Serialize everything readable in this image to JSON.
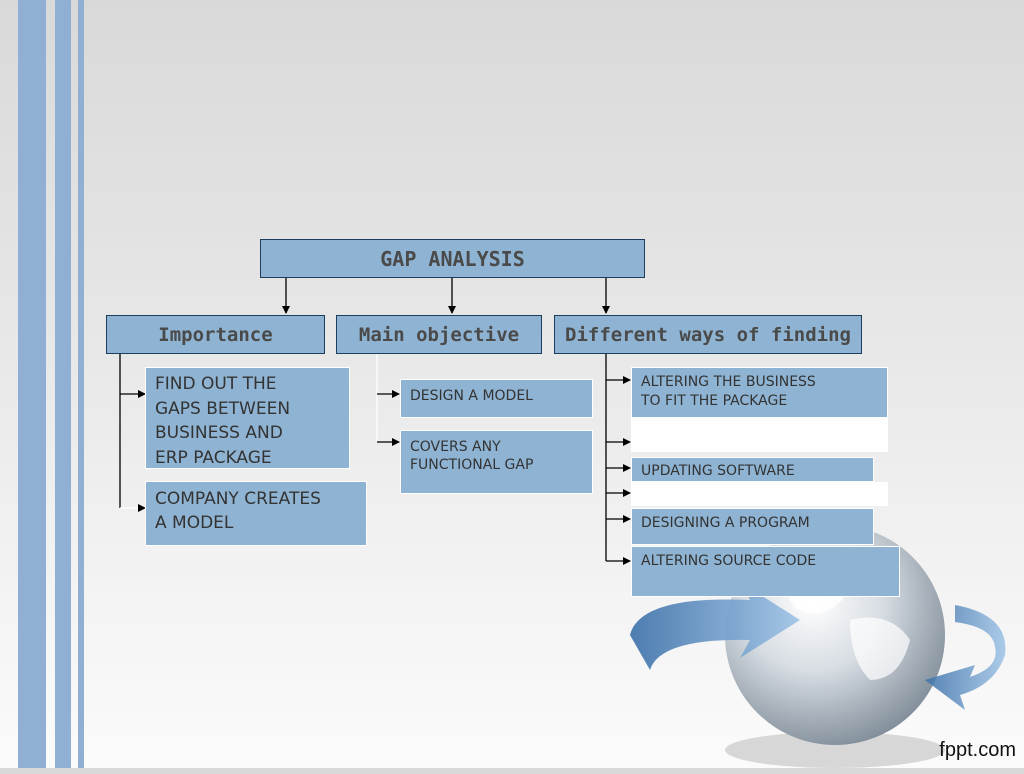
{
  "diagram": {
    "root": "GAP ANALYSIS",
    "categories": {
      "importance": "Importance",
      "main_objective": "Main objective",
      "different_ways": "Different ways of finding"
    },
    "importance_items": {
      "gaps_line1": "FIND OUT THE",
      "gaps_line2": "GAPS BETWEEN",
      "gaps_line3": "BUSINESS AND",
      "gaps_line4": "ERP PACKAGE",
      "model_line1": "COMPANY CREATES",
      "model_line2": "A MODEL"
    },
    "objective_items": {
      "design": "DESIGN A MODEL",
      "covers_line1": "COVERS ANY",
      "covers_line2": "FUNCTIONAL GAP"
    },
    "ways_items": {
      "altering_business_line1": "ALTERING THE BUSINESS",
      "altering_business_line2": "TO FIT THE  PACKAGE",
      "updating": "UPDATING  SOFTWARE",
      "designing": "DESIGNING A PROGRAM",
      "altering_source": "ALTERING SOURCE CODE"
    }
  },
  "footer": {
    "brand": "fppt.com"
  },
  "colors": {
    "box_fill": "#8fb4d3",
    "stripe": "#8fb0d2",
    "line": "#000000"
  }
}
